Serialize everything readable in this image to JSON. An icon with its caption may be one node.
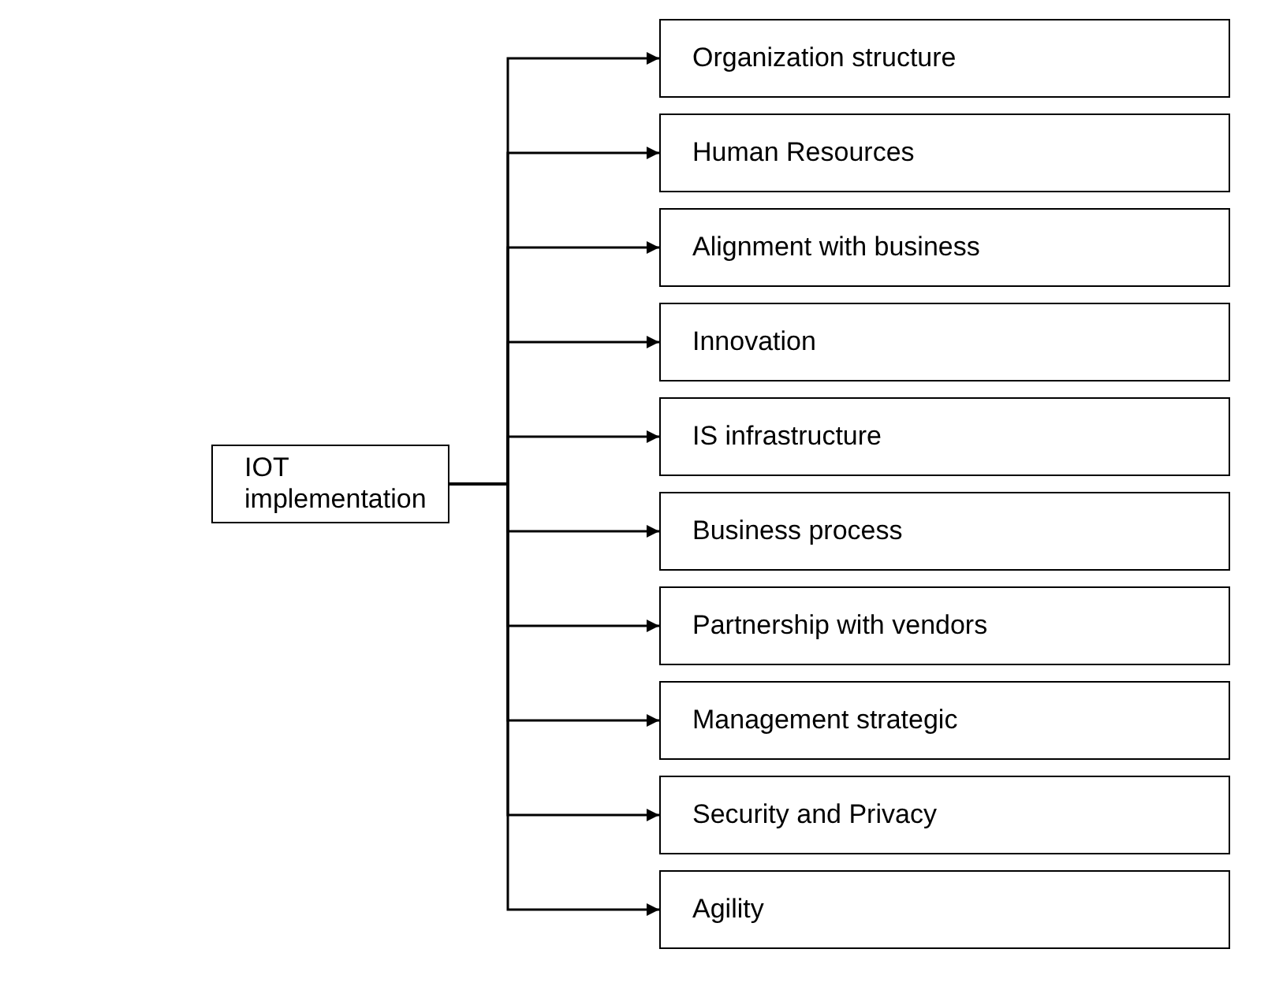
{
  "diagram": {
    "nodes": [
      {
        "text": [
          "IOT implementation"
        ]
      },
      {
        "text": [
          "Organization structure"
        ]
      },
      {
        "text": [
          "Human Resources"
        ]
      },
      {
        "text": [
          "Alignment with business"
        ]
      },
      {
        "text": [
          "Innovation"
        ]
      },
      {
        "text": [
          "IS infrastructure"
        ]
      },
      {
        "text": [
          "Business process"
        ]
      },
      {
        "text": [
          "Partnership with vendors"
        ]
      },
      {
        "text": [
          "Management strategic"
        ]
      },
      {
        "text": [
          "Security and Privacy"
        ]
      },
      {
        "text": [
          "Agility"
        ]
      }
    ],
    "edges": [
      {
        "from": 0,
        "to": 1,
        "arrow": "to"
      },
      {
        "from": 0,
        "to": 2,
        "arrow": "to"
      },
      {
        "from": 0,
        "to": 3,
        "arrow": "to"
      },
      {
        "from": 0,
        "to": 4,
        "arrow": "to"
      },
      {
        "from": 0,
        "to": 5,
        "arrow": "to"
      },
      {
        "from": 0,
        "to": 6,
        "arrow": "to"
      },
      {
        "from": 0,
        "to": 7,
        "arrow": "to"
      },
      {
        "from": 0,
        "to": 8,
        "arrow": "to"
      },
      {
        "from": 0,
        "to": 9,
        "arrow": "to"
      },
      {
        "from": 0,
        "to": 10,
        "arrow": "to"
      }
    ]
  }
}
